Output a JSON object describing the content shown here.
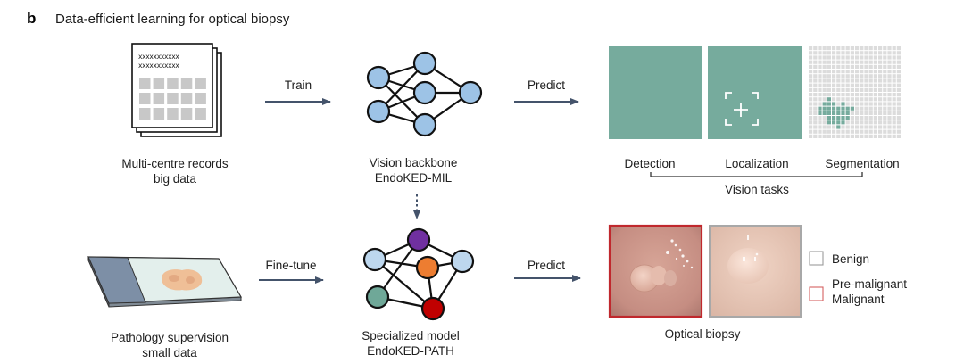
{
  "panel_letter": "b",
  "title": "Data-efficient learning for optical biopsy",
  "top_row": {
    "source": {
      "icon": "stacked-records-icon",
      "record_text_lines": [
        "xxxxxxxxxxx",
        "xxxxxxxxxxx"
      ],
      "label_line1": "Multi-centre records",
      "label_line2": "big data"
    },
    "arrow1_label": "Train",
    "model": {
      "icon": "neural-network-icon",
      "label_line1": "Vision backbone",
      "label_line2": "EndoKED-MIL",
      "node_color": "#9dc3e6"
    },
    "arrow2_label": "Predict",
    "tasks": {
      "items": [
        "Detection",
        "Localization",
        "Segmentation"
      ],
      "group_label": "Vision tasks",
      "panel_color": "#76ab9d",
      "segmentation_mask": [
        {
          "row": 11,
          "cols": [
            4
          ]
        },
        {
          "row": 12,
          "cols": [
            3,
            4,
            5,
            7
          ]
        },
        {
          "row": 13,
          "cols": [
            2,
            3,
            4,
            5,
            6,
            7,
            8,
            9
          ]
        },
        {
          "row": 14,
          "cols": [
            2,
            3,
            4,
            5,
            6,
            7,
            8
          ]
        },
        {
          "row": 15,
          "cols": [
            4,
            5,
            6,
            7,
            8
          ]
        },
        {
          "row": 16,
          "cols": [
            4,
            5,
            6,
            7
          ]
        },
        {
          "row": 17,
          "cols": [
            6
          ]
        }
      ]
    }
  },
  "bottom_row": {
    "source": {
      "icon": "pathology-slide-icon",
      "label_line1": "Pathology supervision",
      "label_line2": "small data"
    },
    "arrow1_label": "Fine-tune",
    "model": {
      "icon": "specialized-network-icon",
      "label_line1": "Specialized model",
      "label_line2": "EndoKED-PATH",
      "node_colors": {
        "purple": "#7030a0",
        "orange": "#ed7d31",
        "red": "#c00000",
        "teal": "#6fa898",
        "light_blue": "#bdd7ee"
      }
    },
    "arrow2_label": "Predict",
    "output": {
      "label": "Optical biopsy",
      "legend": [
        {
          "label": "Benign",
          "color": "#9a9a9a"
        },
        {
          "label_line1": "Pre-malignant",
          "label_line2": "Malignant",
          "color": "#d46060"
        }
      ],
      "image_borders": {
        "malignant": "#c0282d",
        "benign": "#a8a8a8"
      }
    }
  }
}
